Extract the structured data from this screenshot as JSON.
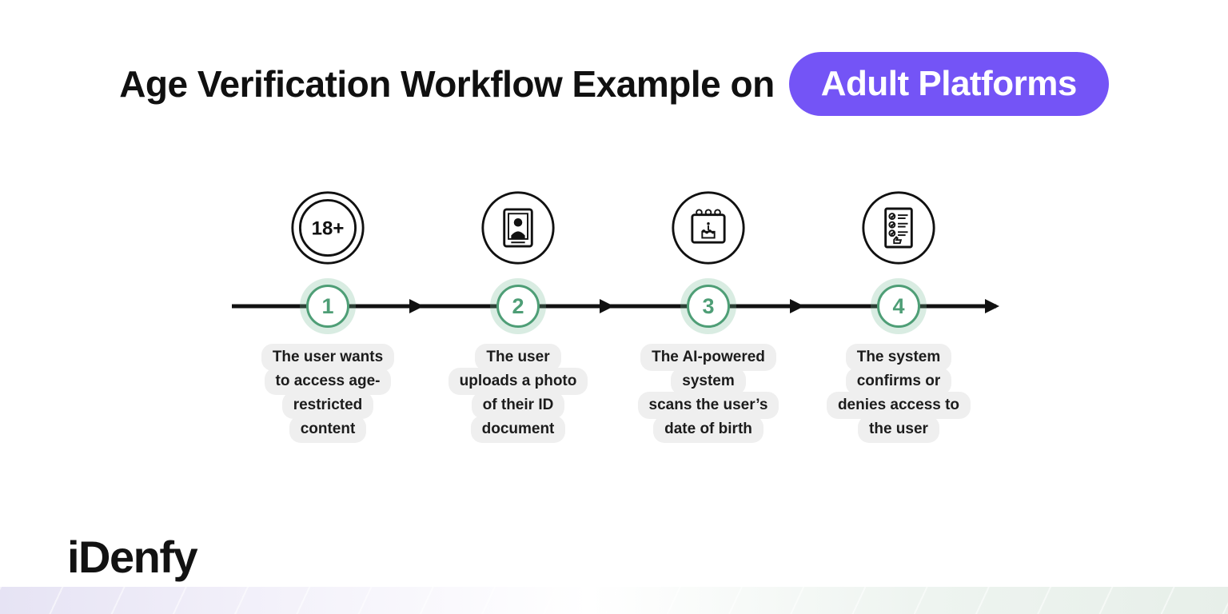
{
  "title": {
    "prefix": "Age Verification Workflow Example on",
    "badge": "Adult Platforms"
  },
  "colors": {
    "badge_bg": "#7454F6",
    "step_green": "#4E9E76",
    "blob_bg": "#EFEFEF",
    "ink": "#111111"
  },
  "steps": [
    {
      "number": "1",
      "icon": "18-plus-badge-icon",
      "lines": [
        "The user wants",
        "to access age-",
        "restricted",
        "content"
      ]
    },
    {
      "number": "2",
      "icon": "id-photo-icon",
      "lines": [
        "The user",
        "uploads a photo",
        "of their ID",
        "document"
      ]
    },
    {
      "number": "3",
      "icon": "birthday-calendar-icon",
      "lines": [
        "The AI-powered",
        "system",
        "scans the user’s",
        "date of birth"
      ]
    },
    {
      "number": "4",
      "icon": "approval-checklist-icon",
      "lines": [
        "The system",
        "confirms or",
        "denies access to",
        "the user"
      ]
    }
  ],
  "icon_18_label": "18+",
  "logo": "iDenfy"
}
